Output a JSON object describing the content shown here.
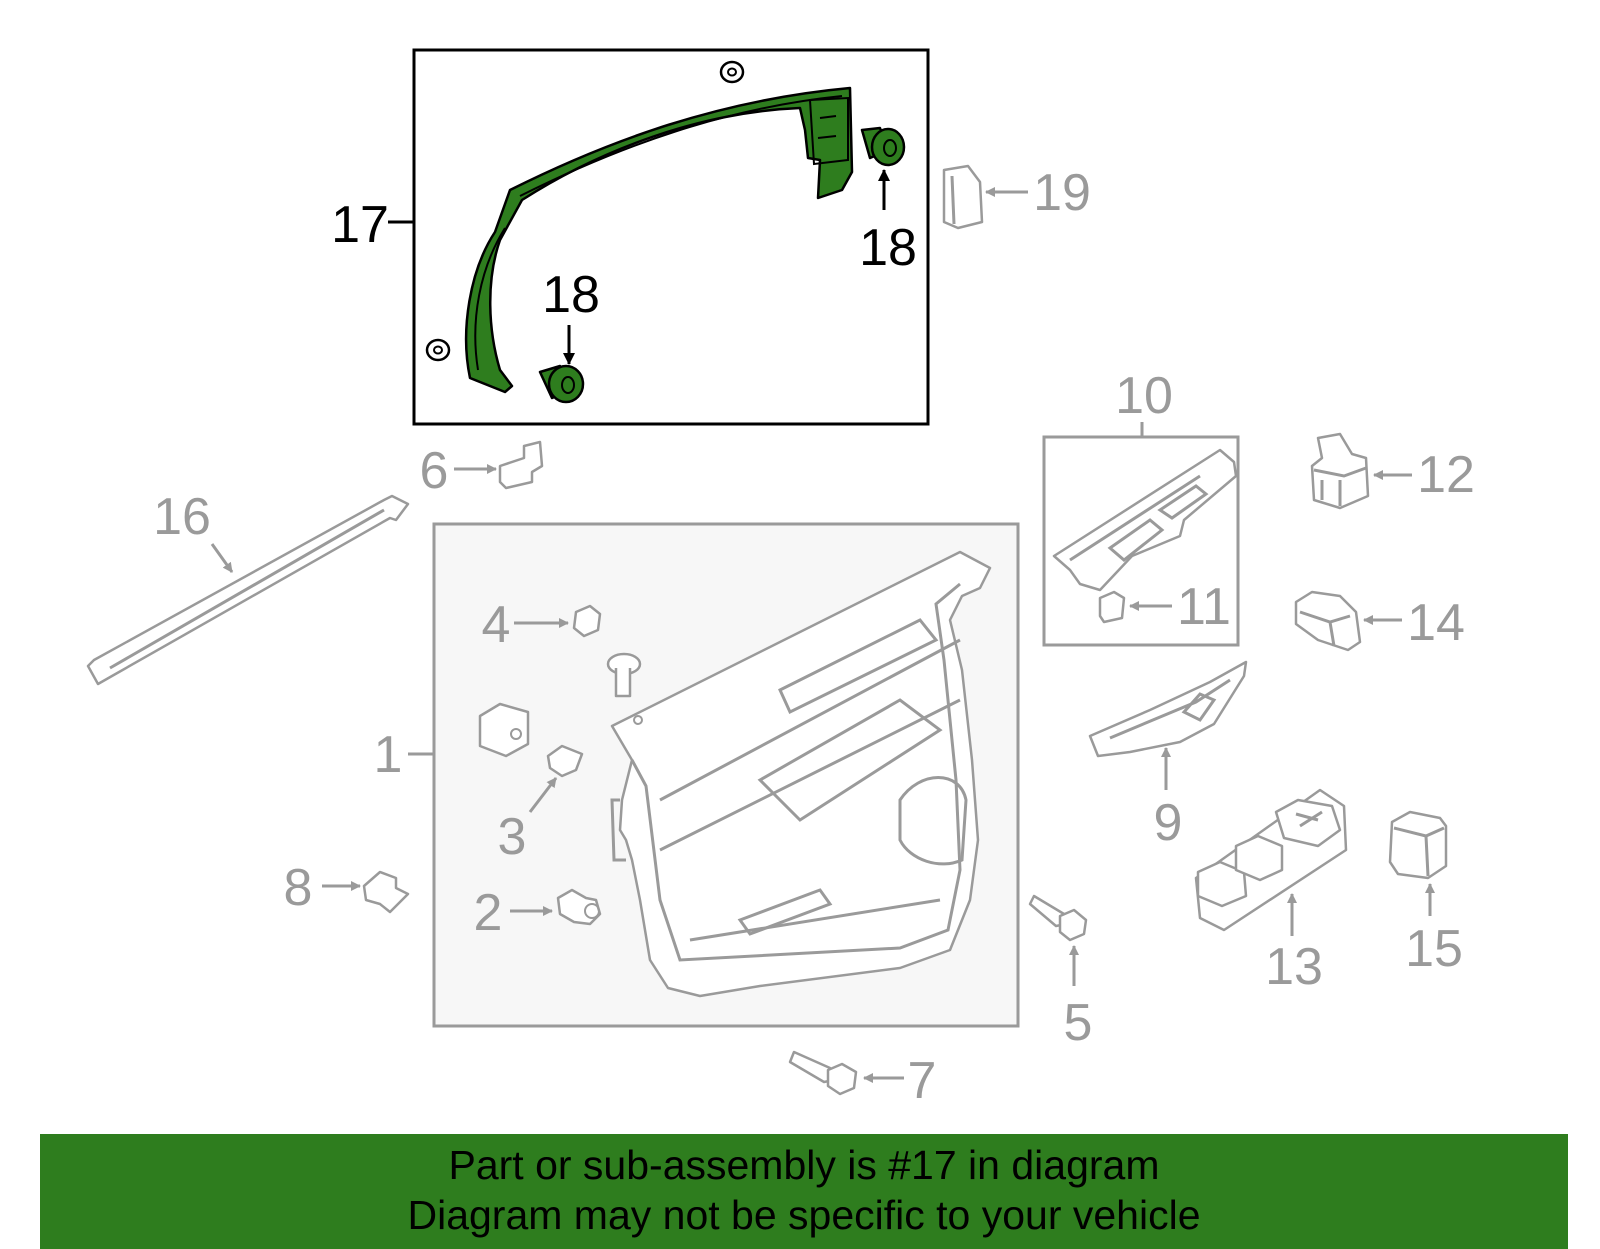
{
  "colors": {
    "highlight": "#2e7d1e",
    "part_outline": "#9a9a9a",
    "highlight_outline": "#000000",
    "background": "#ffffff"
  },
  "highlighted_part": "17",
  "callouts": {
    "c1": "1",
    "c2": "2",
    "c3": "3",
    "c4": "4",
    "c5": "5",
    "c6": "6",
    "c7": "7",
    "c8": "8",
    "c9": "9",
    "c10": "10",
    "c11": "11",
    "c12": "12",
    "c13": "13",
    "c14": "14",
    "c15": "15",
    "c16": "16",
    "c17": "17",
    "c18a": "18",
    "c18b": "18",
    "c19": "19"
  },
  "banner": {
    "line1": "Part or sub-assembly is #17 in diagram",
    "line2": "Diagram may not be specific to your vehicle"
  }
}
